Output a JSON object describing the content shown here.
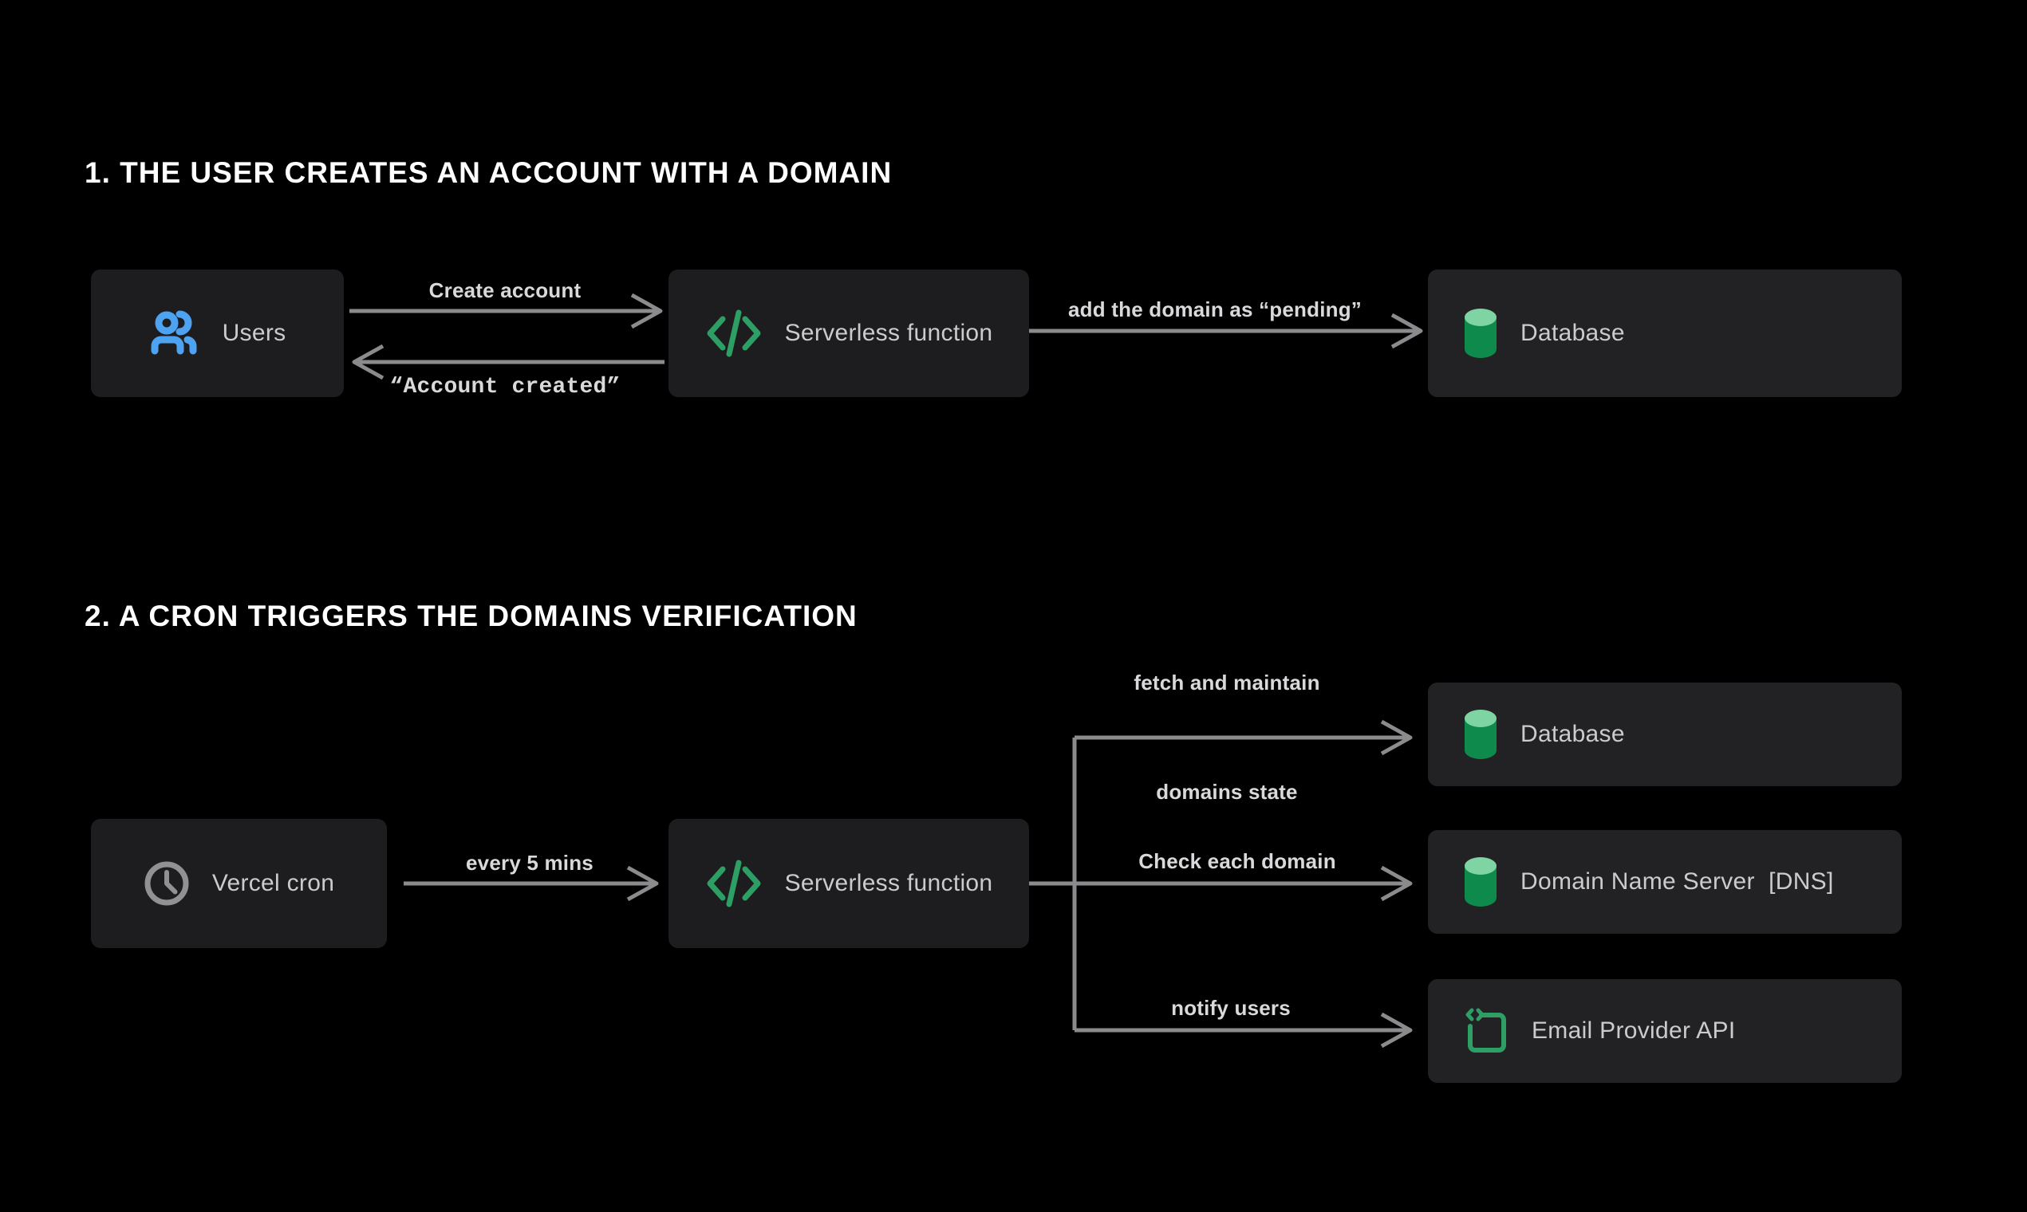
{
  "page": {
    "background": "#000000",
    "colors": {
      "box": "#1d1d1f",
      "box_alt": "#222224",
      "box_text": "#cbcbcd",
      "edge_label_text": "#d9d9db",
      "arrow": "#8b8b8d",
      "title": "#ffffff",
      "accent_blue": "#4da2f2",
      "accent_green": "#2d9e64",
      "db_cylinder_top": "#7fd4a4",
      "db_cylinder_body": "#0e8a4c",
      "clock_gray": "#919193"
    }
  },
  "sections": {
    "one": {
      "title": "1. THE USER CREATES AN ACCOUNT WITH A DOMAIN"
    },
    "two": {
      "title": "2. A CRON TRIGGERS THE DOMAINS VERIFICATION"
    }
  },
  "nodes": {
    "users": {
      "label": "Users",
      "icon": "users-icon"
    },
    "serverless1": {
      "label": "Serverless function",
      "icon": "code-icon"
    },
    "database1": {
      "label": "Database",
      "icon": "database-icon"
    },
    "cron": {
      "label": "Vercel cron",
      "icon": "clock-icon"
    },
    "serverless2": {
      "label": "Serverless function",
      "icon": "code-icon"
    },
    "database2": {
      "label": "Database",
      "icon": "database-icon"
    },
    "dns": {
      "label": "Domain Name Server  [DNS]",
      "icon": "database-icon"
    },
    "email": {
      "label": "Email Provider API",
      "icon": "email-template-icon"
    }
  },
  "edges": {
    "create_account": {
      "label": "Create account"
    },
    "account_created": {
      "label": "“Account created”"
    },
    "add_pending": {
      "label": "add the domain as “pending”"
    },
    "every_5": {
      "label": "every 5 mins"
    },
    "fetch_maintain": {
      "label": "fetch and maintain"
    },
    "domains_state": {
      "label": "domains state"
    },
    "check_domain": {
      "label": "Check each domain"
    },
    "notify_users": {
      "label": "notify users"
    }
  }
}
